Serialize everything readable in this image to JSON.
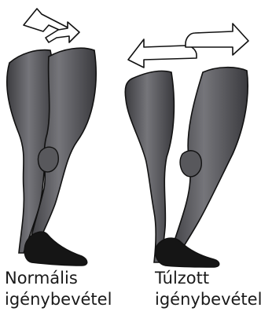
{
  "captions": {
    "normal": {
      "line1": "Normális",
      "line2": "igénybevétel"
    },
    "excess": {
      "line1": "Túlzott",
      "line2": "igénybevétel"
    }
  },
  "icons": {
    "normal_arrow": "curved-rotation-arrow-icon",
    "excess_arrow": "double-headed-arrow-icon"
  },
  "colors": {
    "leg_fill": "#6d6d71",
    "leg_dark": "#2e2e32",
    "foot": "#151515",
    "outline": "#111111",
    "arrow_fill": "#ffffff"
  }
}
